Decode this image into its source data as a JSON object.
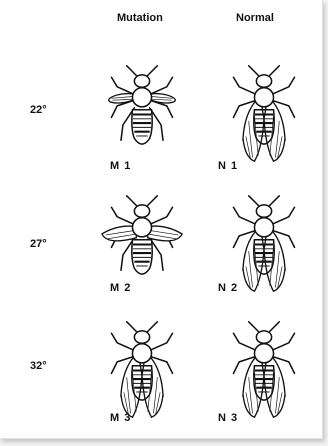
{
  "columns": {
    "mutation": "Mutation",
    "normal": "Normal"
  },
  "rows": [
    {
      "temperature": "22°",
      "mutant_label": "M 1",
      "normal_label": "N 1"
    },
    {
      "temperature": "27°",
      "mutant_label": "M 2",
      "normal_label": "N 2"
    },
    {
      "temperature": "32°",
      "mutant_label": "M 3",
      "normal_label": "N 3"
    }
  ],
  "figures": [
    {
      "id": "M1",
      "wings": "short"
    },
    {
      "id": "N1",
      "wings": "long"
    },
    {
      "id": "M2",
      "wings": "medium"
    },
    {
      "id": "N2",
      "wings": "long"
    },
    {
      "id": "M3",
      "wings": "long"
    },
    {
      "id": "N3",
      "wings": "long"
    }
  ],
  "colors": {
    "ink": "#111111",
    "paper": "#ffffff"
  }
}
